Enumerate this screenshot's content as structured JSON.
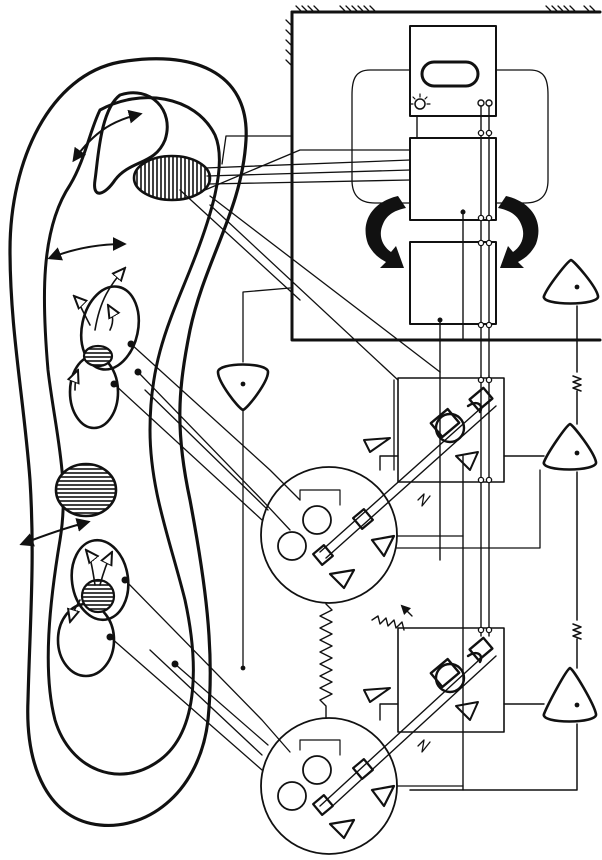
{
  "diagram": {
    "style": "black ink line drawing, no text labels",
    "colors": {
      "ink": "#111111",
      "paper": "#ffffff"
    },
    "elements": [
      "organism-outline",
      "hatched-ellipse-top",
      "hatched-ellipse-middle",
      "hatched-ellipse-lower",
      "hatched-circle-small",
      "double-headed-arrows",
      "open-arrowhead-signals",
      "control-box-hatched-wall",
      "display-unit",
      "relay-block-upper",
      "relay-block-lower",
      "curved-feedback-arrows",
      "triangle-nodes",
      "module-square-upper",
      "module-square-lower",
      "circle-module-upper",
      "circle-module-lower",
      "zigzag-springs"
    ]
  }
}
